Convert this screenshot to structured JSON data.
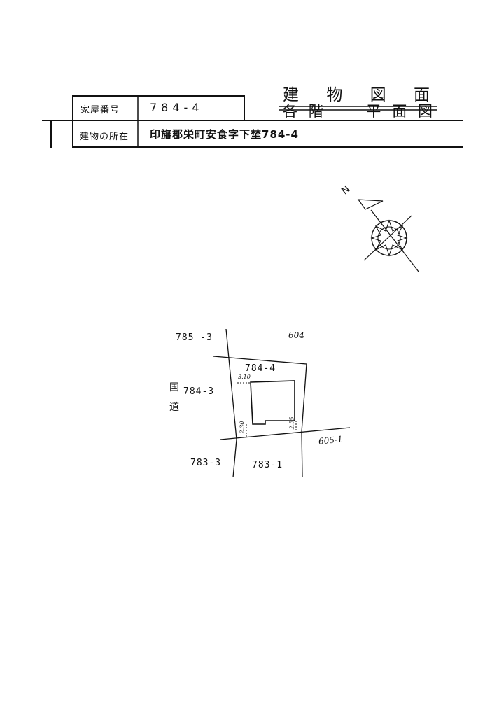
{
  "header": {
    "house_number_label": "家屋番号",
    "house_number_value": "784-4",
    "location_label": "建物の所在",
    "location_value": "印旛郡栄町安食字下埜784-4"
  },
  "title": {
    "line1": [
      "建",
      "物",
      "図",
      "面"
    ],
    "line2": [
      "各",
      "階",
      "平",
      "面",
      "図"
    ]
  },
  "compass": {
    "north_label": "N"
  },
  "site": {
    "lots": {
      "lot_785_3": "785 -3",
      "lot_604": "604",
      "lot_784_4": "784-4",
      "lot_784_3": "784-3",
      "lot_783_3": "783-3",
      "lot_783_1": "783-1",
      "lot_605_1": "605-1"
    },
    "road_label": [
      "国",
      "道"
    ],
    "dimensions": {
      "top": "3.10",
      "left": "2.30",
      "right": "2.55"
    }
  },
  "colors": {
    "ink": "#111111",
    "paper": "#ffffff"
  }
}
